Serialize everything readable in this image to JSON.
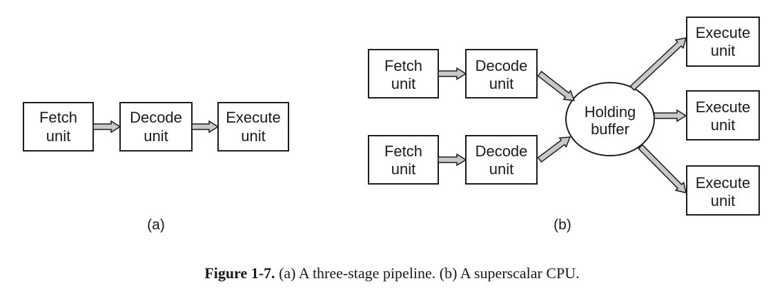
{
  "part_a": {
    "fetch": [
      "Fetch",
      "unit"
    ],
    "decode": [
      "Decode",
      "unit"
    ],
    "execute": [
      "Execute",
      "unit"
    ],
    "label": "(a)"
  },
  "part_b": {
    "fetch_top": [
      "Fetch",
      "unit"
    ],
    "decode_top": [
      "Decode",
      "unit"
    ],
    "fetch_bottom": [
      "Fetch",
      "unit"
    ],
    "decode_bottom": [
      "Decode",
      "unit"
    ],
    "holding_buffer": [
      "Holding",
      "buffer"
    ],
    "execute_1": [
      "Execute",
      "unit"
    ],
    "execute_2": [
      "Execute",
      "unit"
    ],
    "execute_3": [
      "Execute",
      "unit"
    ],
    "label": "(b)"
  },
  "caption": {
    "number": "Figure 1-7.",
    "text": "(a) A three-stage pipeline. (b) A superscalar CPU."
  },
  "colors": {
    "arrow_fill": "#c8c8c8",
    "stroke": "#1a1a1a"
  }
}
